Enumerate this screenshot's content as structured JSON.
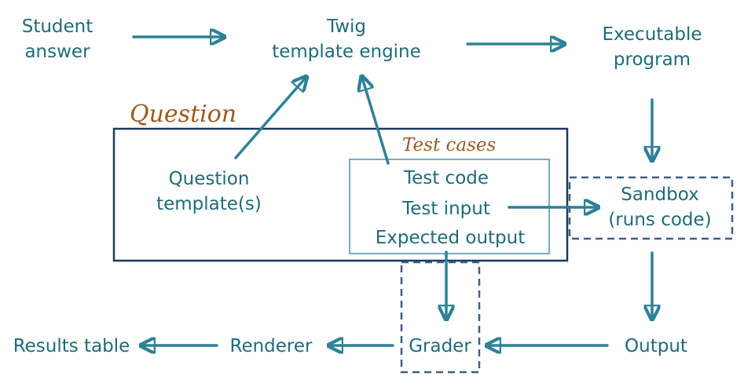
{
  "colors": {
    "text": "#1f6b7a",
    "arrow": "#2f8196",
    "box_border": "#1b3a5c",
    "inner_box_border": "#4a90a8",
    "dashed_border": "#3f5f85",
    "italic_label": "#9a5a1e"
  },
  "nodes": {
    "student_answer": [
      "Student",
      "answer"
    ],
    "twig": [
      "Twig",
      "template engine"
    ],
    "executable": [
      "Executable",
      "program"
    ],
    "question_template": [
      "Question",
      "template(s)"
    ],
    "test_code": "Test code",
    "test_input": "Test input",
    "expected_output": "Expected output",
    "sandbox": [
      "Sandbox",
      "(runs code)"
    ],
    "output": "Output",
    "grader": "Grader",
    "renderer": "Renderer",
    "results_table": "Results table"
  },
  "groups": {
    "question": "Question",
    "test_cases": "Test cases"
  }
}
